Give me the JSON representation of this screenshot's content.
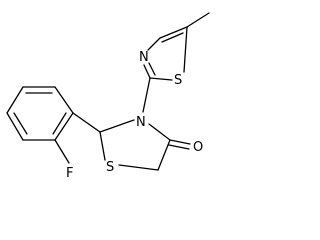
{
  "molecule": {
    "atoms": {
      "fluorine": "F",
      "thiazole_nitrogen": "N",
      "thiazole_sulfur": "S",
      "ring_nitrogen": "N",
      "ring_sulfur": "S",
      "carbonyl_oxygen": "O"
    },
    "colors": {
      "bond": "#000000",
      "label": "#000000",
      "background": "#ffffff"
    }
  }
}
